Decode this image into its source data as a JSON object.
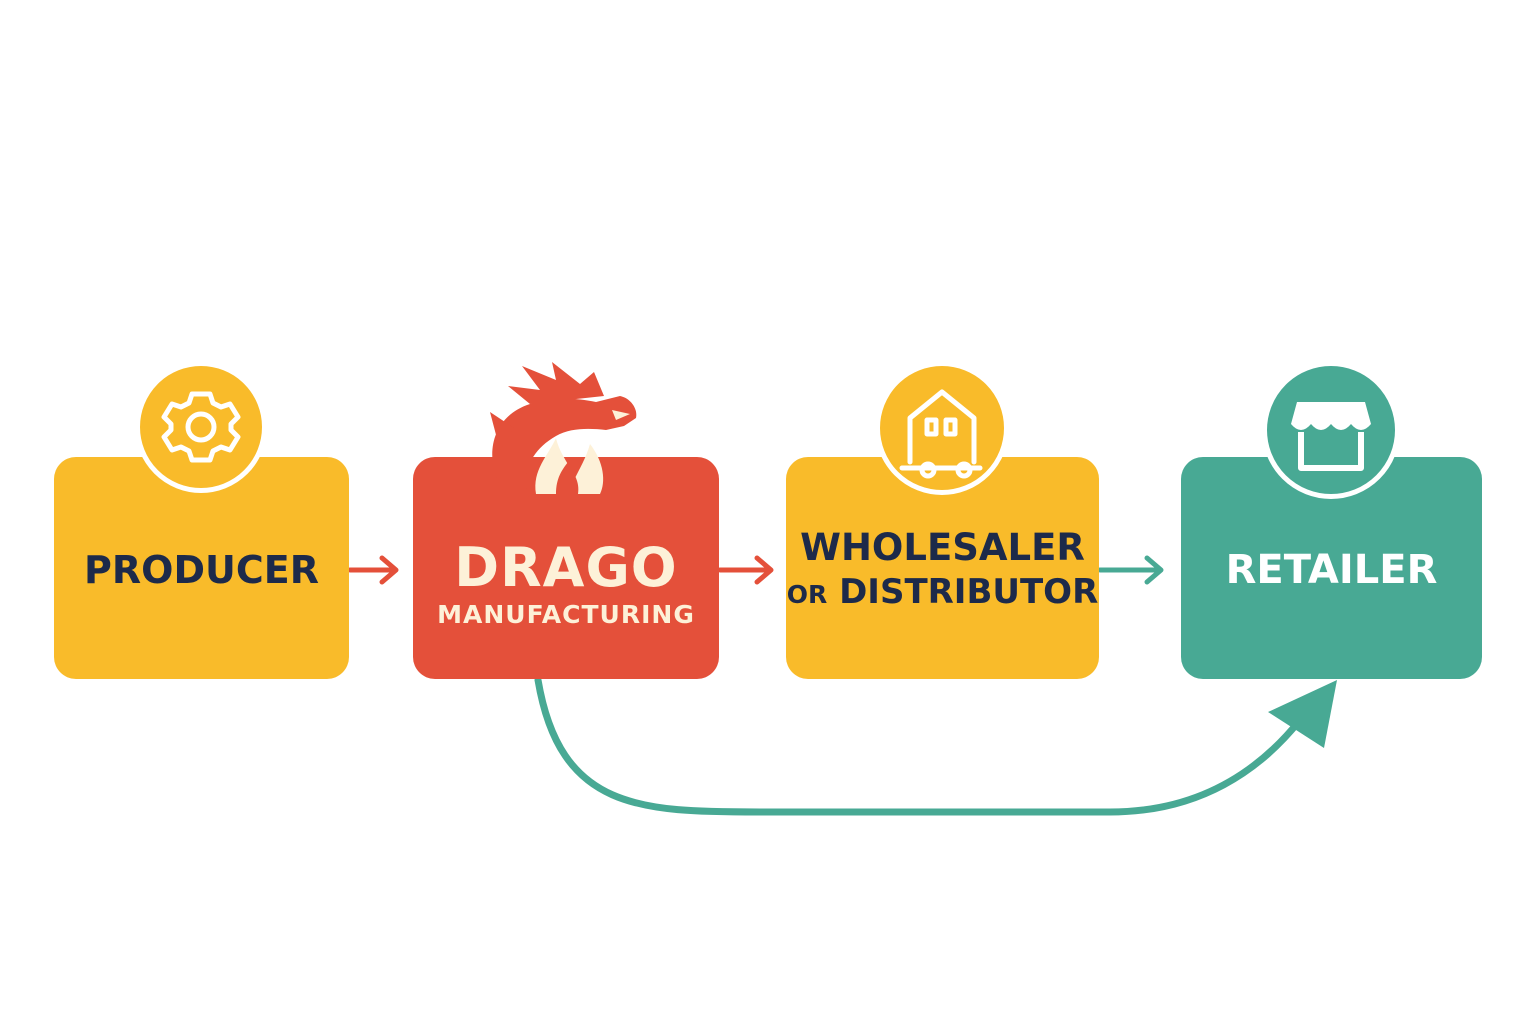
{
  "colors": {
    "yellow": "#f9bb2a",
    "red": "#e4503a",
    "teal": "#48a994",
    "navy": "#1d2a4a",
    "cream": "#fdf1d8",
    "white": "#ffffff"
  },
  "nodes": {
    "producer": {
      "label": "PRODUCER",
      "icon": "gear-icon"
    },
    "drago": {
      "title": "DRAGO",
      "subtitle": "MANUFACTURING",
      "icon": "dragon-icon"
    },
    "wholesaler": {
      "line1": "WHOLESALER",
      "line2_prefix": "OR",
      "line2_main": "DISTRIBUTOR",
      "icon": "warehouse-icon"
    },
    "retailer": {
      "label": "RETAILER",
      "icon": "storefront-icon"
    }
  },
  "edges": [
    {
      "from": "producer",
      "to": "drago",
      "style": "straight-arrow"
    },
    {
      "from": "drago",
      "to": "wholesaler",
      "style": "straight-arrow"
    },
    {
      "from": "wholesaler",
      "to": "retailer",
      "style": "straight-arrow"
    },
    {
      "from": "drago",
      "to": "retailer",
      "style": "curved-arrow"
    }
  ]
}
